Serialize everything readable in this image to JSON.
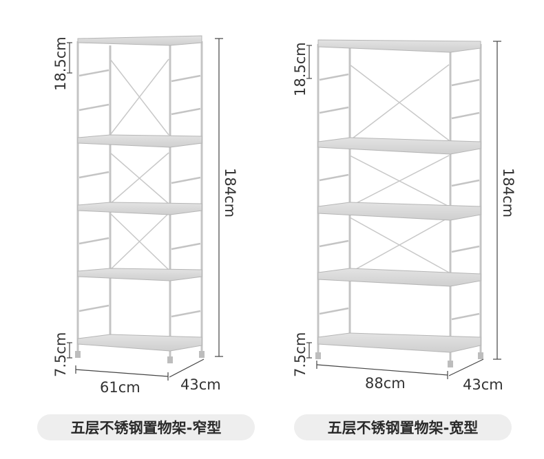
{
  "shelves": [
    {
      "caption": "五层不锈钢置物架-窄型",
      "height_label": "184cm",
      "top_gap_label": "18.5cm",
      "bottom_gap_label": "7.5cm",
      "width_label": "61cm",
      "depth_label": "43cm"
    },
    {
      "caption": "五层不锈钢置物架-宽型",
      "height_label": "184cm",
      "top_gap_label": "18.5cm",
      "bottom_gap_label": "7.5cm",
      "width_label": "88cm",
      "depth_label": "43cm"
    }
  ],
  "colors": {
    "frame": "#c9c9c9",
    "shelf": "#d8d8d8",
    "dimension_line": "#333333",
    "caption_bg": "#eeeeee"
  }
}
